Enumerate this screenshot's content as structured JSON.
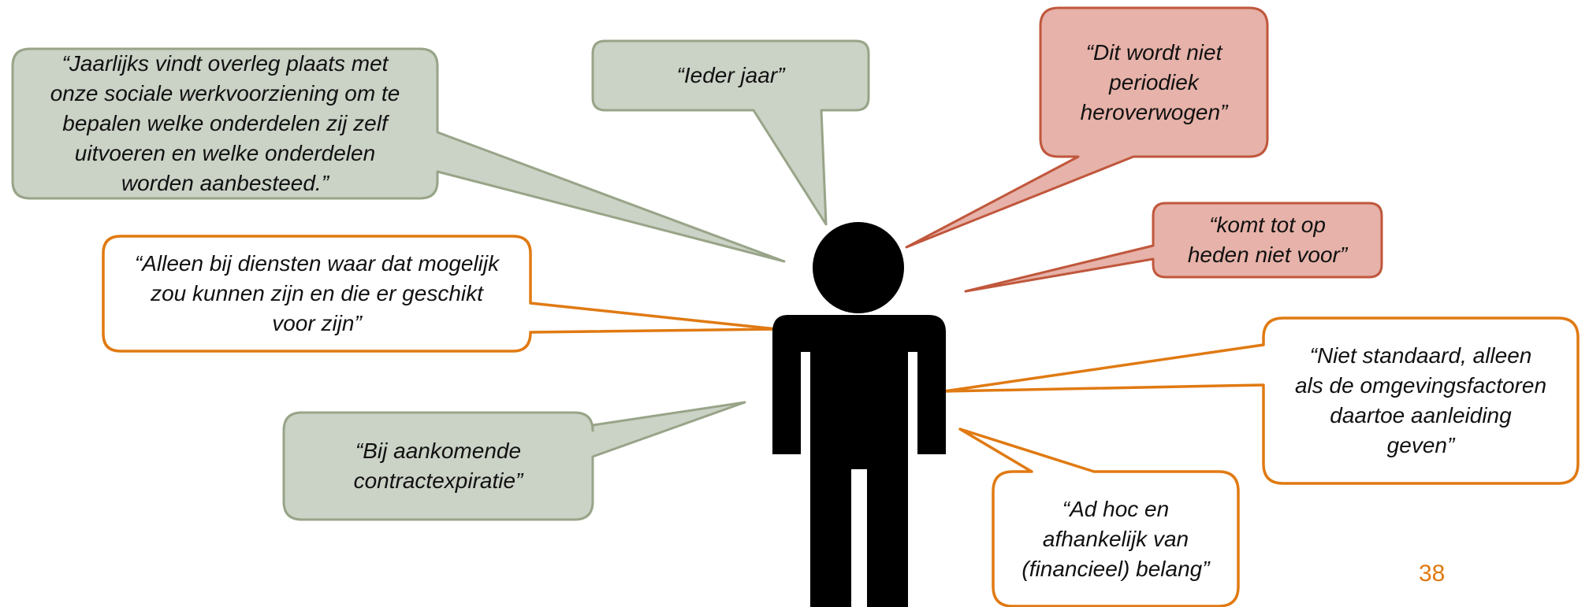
{
  "colors": {
    "gray_fill": "#cbd2c6",
    "gray_stroke": "#98a488",
    "red_fill": "#e6b2a9",
    "red_stroke": "#c0573c",
    "orange_stroke": "#e07a12",
    "white_fill": "#ffffff",
    "figure": "#000000",
    "page_number": "#e07a12"
  },
  "figure": {
    "icon": "person-icon"
  },
  "quotes": {
    "annual_meeting": [
      "“Jaarlijks vindt overleg plaats met",
      "onze sociale werkvoorziening om te",
      "bepalen welke onderdelen zij zelf",
      "uitvoeren en welke onderdelen",
      "worden aanbesteed.”"
    ],
    "every_year": [
      "“Ieder jaar”"
    ],
    "not_periodic": [
      "“Dit wordt niet",
      "periodiek",
      "heroverwogen”"
    ],
    "not_yet": [
      "“komt tot op",
      "heden niet voor”"
    ],
    "only_services": [
      "“Alleen bij diensten waar dat mogelijk",
      "zou kunnen zijn en die er geschikt",
      "voor zijn”"
    ],
    "not_standard": [
      "“Niet standaard, alleen",
      "als de omgevingsfactoren",
      "daartoe aanleiding",
      "geven”"
    ],
    "contract_expiry": [
      "“Bij aankomende",
      "contractexpiratie”"
    ],
    "ad_hoc": [
      "“Ad hoc en",
      "afhankelijk van",
      "(financieel) belang”"
    ]
  },
  "page_number": "38"
}
